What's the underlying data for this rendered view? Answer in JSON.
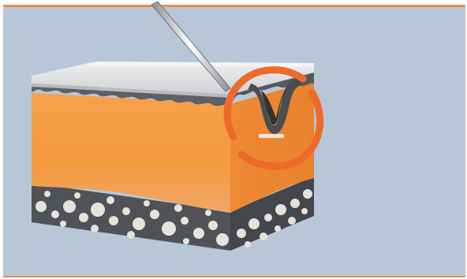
{
  "panel": {
    "background_color": "#b7c7d8",
    "frame_color": "#ee8a4a"
  },
  "diagram": {
    "subject": "skin-cross-section-with-microneedle",
    "layers": [
      {
        "name": "epidermis-surface",
        "color": "#dcdde0"
      },
      {
        "name": "dermis",
        "color": "#f39a3d"
      },
      {
        "name": "subcutaneous-fat",
        "color": "#4f5257"
      }
    ],
    "needle_color": "#f2f2f2",
    "highlight_ring_color": "#ee6a2a"
  }
}
